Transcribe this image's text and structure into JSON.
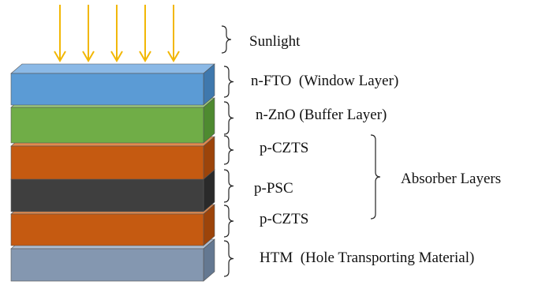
{
  "sunlight": {
    "label": "Sunlight",
    "arrow_color": "#f2b705",
    "arrow_count": 5
  },
  "layers": [
    {
      "id": "fto",
      "name": "n-FTO",
      "role": "(Window Layer)",
      "front": "#5b9bd5",
      "top": "#8bb9e6",
      "side": "#3f78ad"
    },
    {
      "id": "zno",
      "name": "n-ZnO",
      "role": "(Buffer Layer)",
      "front": "#70ad47",
      "top": "#9fcd7f",
      "side": "#4e8a30"
    },
    {
      "id": "czts1",
      "name": "p-CZTS",
      "role": "",
      "front": "#c55a11",
      "top": "#e08a4f",
      "side": "#9c440a"
    },
    {
      "id": "psc",
      "name": "p-PSC",
      "role": "",
      "front": "#3f3f3f",
      "top": "#707070",
      "side": "#2a2a2a"
    },
    {
      "id": "czts2",
      "name": "p-CZTS",
      "role": "",
      "front": "#c55a11",
      "top": "#e08a4f",
      "side": "#9c440a"
    },
    {
      "id": "htm",
      "name": "HTM",
      "role": "(Hole Transporting Material)",
      "front": "#8497b0",
      "top": "#adbccf",
      "side": "#647891"
    }
  ],
  "group": {
    "label": "Absorber Layers"
  }
}
